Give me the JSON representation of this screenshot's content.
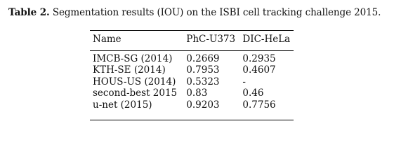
{
  "caption": {
    "label": "Table 2.",
    "text": " Segmentation results (IOU) on the ISBI cell tracking challenge 2015."
  },
  "table": {
    "headers": [
      "Name",
      "PhC-U373",
      "DIC-HeLa"
    ],
    "rows": [
      [
        "IMCB-SG (2014)",
        "0.2669",
        "0.2935"
      ],
      [
        "KTH-SE (2014)",
        "0.7953",
        "0.4607"
      ],
      [
        "HOUS-US (2014)",
        "0.5323",
        "-"
      ],
      [
        "second-best 2015",
        "0.83",
        "0.46"
      ],
      [
        "u-net (2015)",
        "0.9203",
        "0.7756"
      ]
    ]
  }
}
